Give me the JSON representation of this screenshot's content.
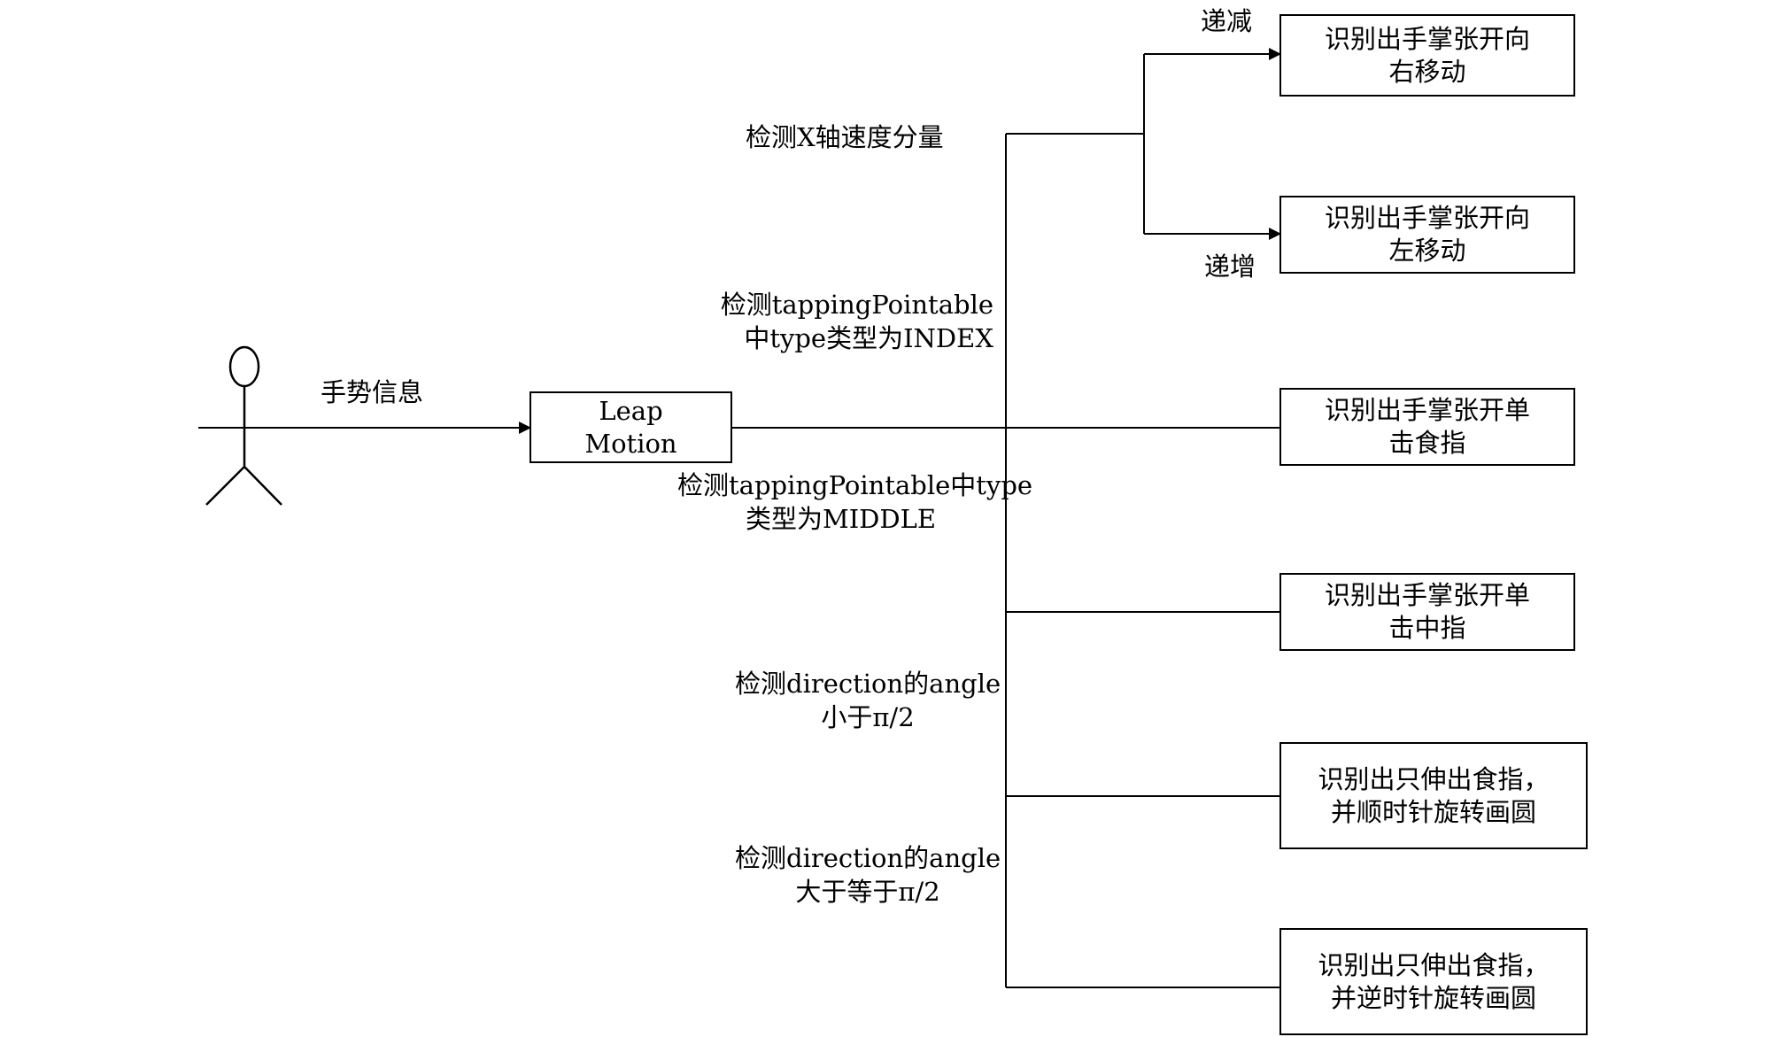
{
  "actor_label": "手势信息",
  "device": {
    "line1": "Leap",
    "line2": "Motion"
  },
  "conditions": {
    "x_velocity": "检测X轴速度分量",
    "index_line1": "检测tappingPointable",
    "index_line2": "中type类型为INDEX",
    "middle_line1": "检测tappingPointable中type",
    "middle_line2": "类型为MIDDLE",
    "angle_less_line1": "检测direction的angle",
    "angle_less_line2": "小于π/2",
    "angle_ge_line1": "检测direction的angle",
    "angle_ge_line2": "大于等于π/2"
  },
  "branch_labels": {
    "decreasing": "递减",
    "increasing": "递增"
  },
  "results": [
    {
      "line1": "识别出手掌张开向",
      "line2": "右移动"
    },
    {
      "line1": "识别出手掌张开向",
      "line2": "左移动"
    },
    {
      "line1": "识别出手掌张开单",
      "line2": "击食指"
    },
    {
      "line1": "识别出手掌张开单",
      "line2": "击中指"
    },
    {
      "line1": "识别出只伸出食指，",
      "line2": "并顺时针旋转画圆"
    },
    {
      "line1": "识别出只伸出食指，",
      "line2": "并逆时针旋转画圆"
    }
  ]
}
